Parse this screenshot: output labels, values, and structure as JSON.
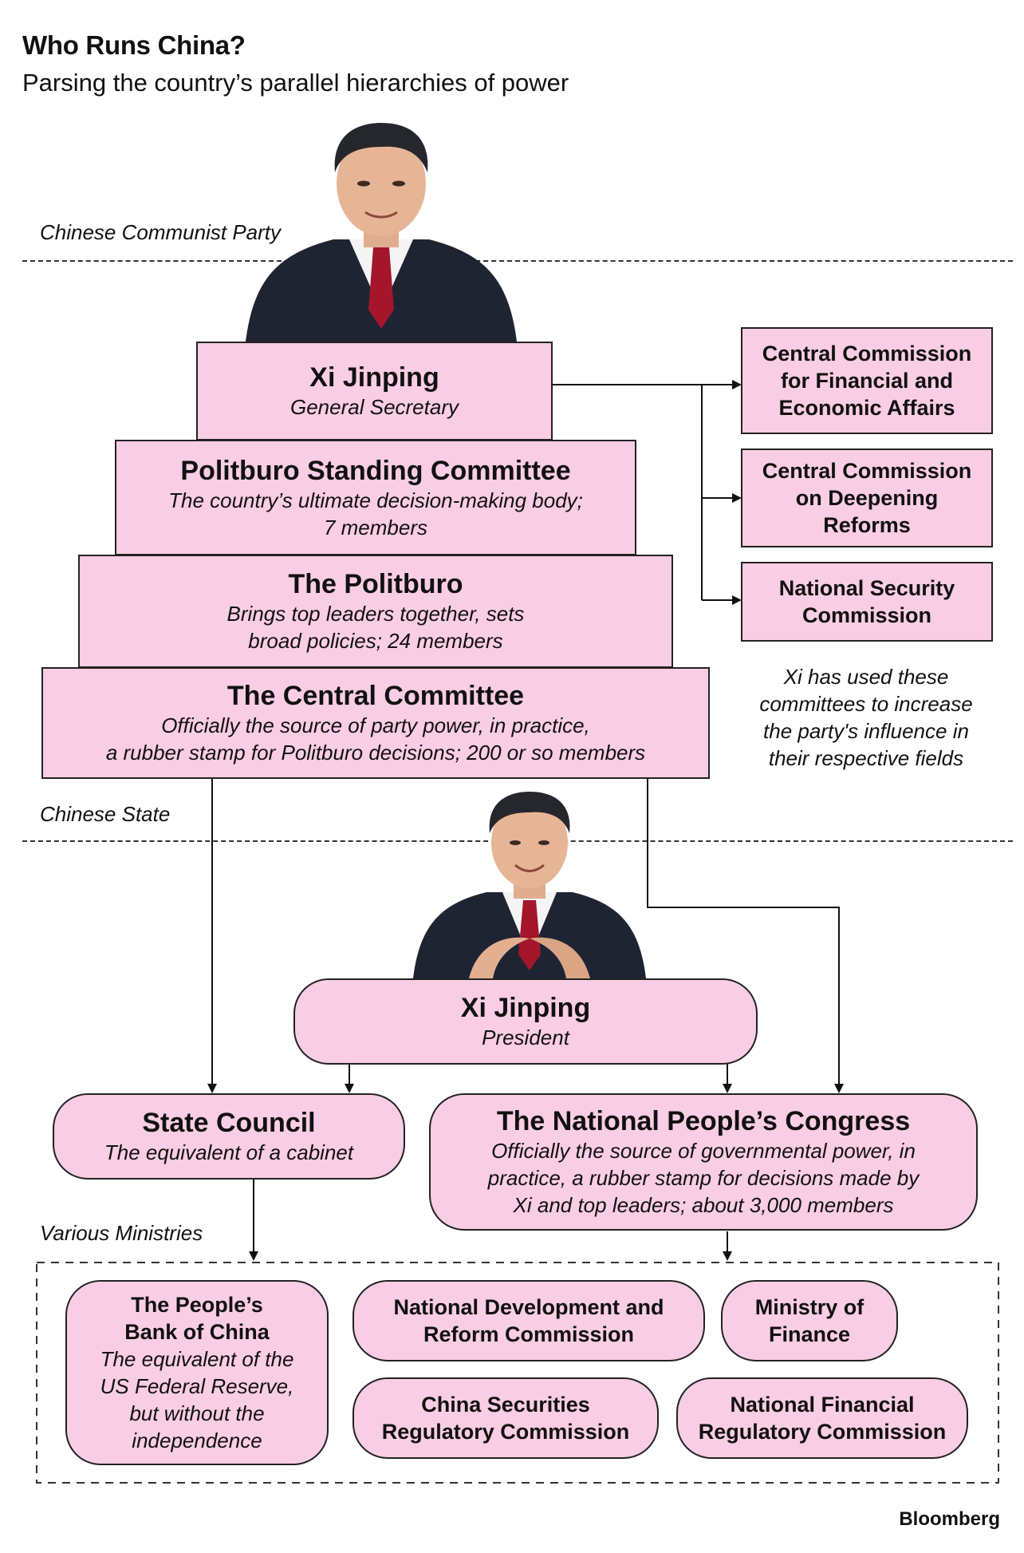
{
  "header": {
    "title": "Who Runs China?",
    "subtitle": "Parsing the country’s parallel hierarchies of power"
  },
  "sections": {
    "party": "Chinese Communist Party",
    "state": "Chinese State",
    "ministries": "Various Ministries"
  },
  "party_pyramid": {
    "general_secretary": {
      "title": "Xi Jinping",
      "desc": "General Secretary"
    },
    "standing_committee": {
      "title": "Politburo Standing Committee",
      "desc_line1": "The country’s ultimate decision-making body;",
      "desc_line2": "7 members"
    },
    "politburo": {
      "title": "The Politburo",
      "desc_line1": "Brings top leaders together, sets",
      "desc_line2": "broad policies; 24 members"
    },
    "central_committee": {
      "title": "The Central Committee",
      "desc_line1": "Officially the source of party power, in practice,",
      "desc_line2": "a rubber stamp for Politburo decisions; 200 or so members"
    }
  },
  "commissions": [
    {
      "line1": "Central Commission",
      "line2": "for Financial and",
      "line3": "Economic Affairs"
    },
    {
      "line1": "Central Commission",
      "line2": "on Deepening",
      "line3": "Reforms"
    },
    {
      "line1": "National Security",
      "line2": "Commission"
    }
  ],
  "commissions_note": {
    "line1": "Xi has used these",
    "line2": "committees to increase",
    "line3": "the party's influence in",
    "line4": "their respective fields"
  },
  "state": {
    "president": {
      "title": "Xi Jinping",
      "desc": "President"
    },
    "state_council": {
      "title": "State Council",
      "desc": "The equivalent of a cabinet"
    },
    "npc": {
      "title": "The National People’s Congress",
      "desc_line1": "Officially the source of governmental power, in",
      "desc_line2": "practice, a rubber stamp for decisions made by",
      "desc_line3": "Xi and top leaders; about 3,000 members"
    }
  },
  "ministries": {
    "pboc": {
      "title_line1": "The People’s",
      "title_line2": "Bank of China",
      "desc_line1": "The equivalent of the",
      "desc_line2": "US Federal Reserve,",
      "desc_line3": "but without the",
      "desc_line4": "independence"
    },
    "ndrc": {
      "line1": "National Development and",
      "line2": "Reform Commission"
    },
    "mof": {
      "line1": "Ministry of",
      "line2": "Finance"
    },
    "csrc": {
      "line1": "China Securities",
      "line2": "Regulatory Commission"
    },
    "nfra": {
      "line1": "National Financial",
      "line2": "Regulatory Commission"
    }
  },
  "footer": {
    "brand": "Bloomberg"
  },
  "colors": {
    "box_fill": "#f9cde3",
    "line": "#111111",
    "suit": "#1f2433",
    "tie": "#a3162b"
  }
}
